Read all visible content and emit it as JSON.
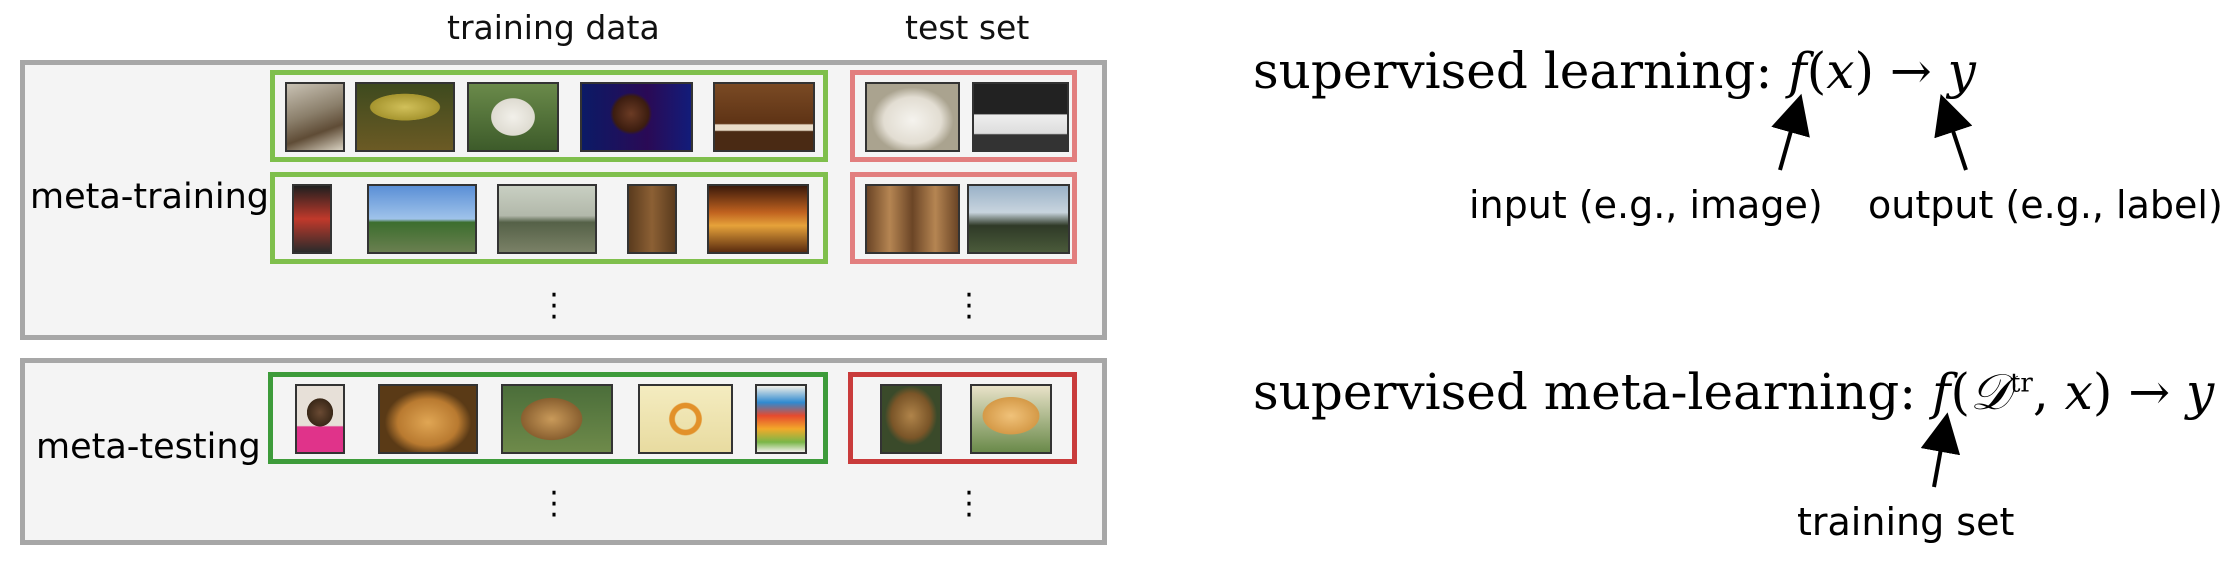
{
  "headers": {
    "training_data": "training data",
    "test_set": "test set"
  },
  "rows": {
    "meta_training": "meta-training",
    "meta_testing": "meta-testing"
  },
  "formulas": {
    "supervised_prefix": "supervised learning:",
    "meta_prefix": "supervised meta-learning:"
  },
  "callouts": {
    "input": "input (e.g., image)",
    "output": "output (e.g., label)",
    "training_set": "training set"
  },
  "colors": {
    "train_border": "#7fbf4c",
    "test_border": "#e27e7e",
    "metatest_train_border": "#3d9b3a",
    "metatest_test_border": "#c93b3b",
    "panel_border": "#a7a7a7"
  }
}
